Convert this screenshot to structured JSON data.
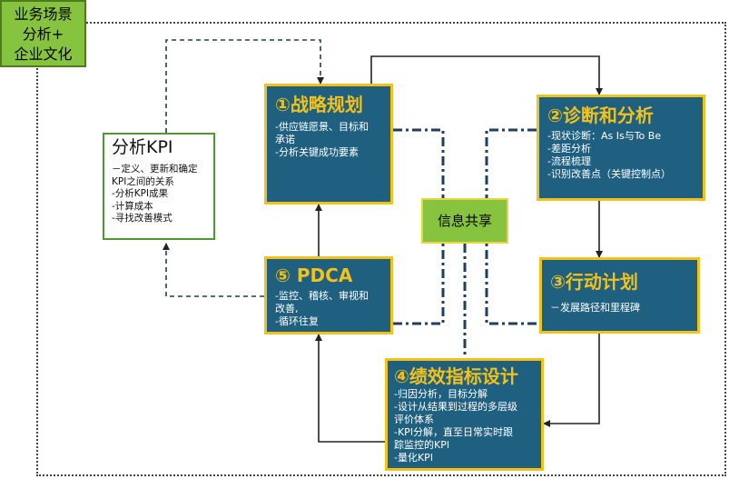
{
  "corner_label": [
    "业务场景",
    "分析+",
    "企业文化"
  ],
  "info_share": "信息共享",
  "analysis_kpi": {
    "title": "分析KPI",
    "lines": [
      "－定义、更新和确定",
      "KPI之间的关系",
      "-分析KPI成果",
      "-计算成本",
      "-寻找改善模式"
    ]
  },
  "strategy": {
    "title": "①战略规划",
    "lines": [
      "-供应链愿景、目标和",
      "承诺",
      "-分析关键成功要素"
    ]
  },
  "diagnosis": {
    "title": "②诊断和分析",
    "lines": [
      "-现状诊断：As Is与To Be",
      "-差距分析",
      "-流程梳理",
      "-识别改善点（关键控制点）"
    ]
  },
  "action": {
    "title": "③行动计划",
    "lines": [
      "－发展路径和里程碑"
    ]
  },
  "kpi_design": {
    "title": "④绩效指标设计",
    "lines": [
      "-归因分析，目标分解",
      "-设计从结果到过程的多层级",
      "评价体系",
      "-KPI分解，直至日常实时跟",
      "踪监控的KPI",
      "-量化KPI"
    ]
  },
  "pdca": {
    "title": "⑤ PDCA",
    "lines": [
      "-监控、稽核、审视和",
      "改善,",
      "-循环往复"
    ]
  },
  "colors": {
    "box_fill": "#1f5f7f",
    "box_border": "#f2c21a",
    "title_text": "#f2c21a",
    "green": "#86c440"
  }
}
